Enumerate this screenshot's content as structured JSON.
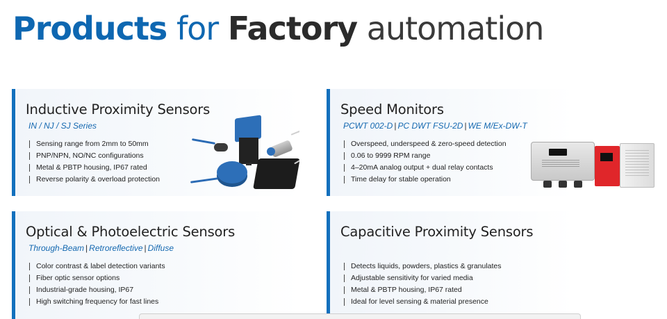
{
  "header": {
    "w1": "Products",
    "w2": "for",
    "w3": "Factory",
    "w4": "automation"
  },
  "cards": [
    {
      "title": "Inductive Proximity Sensors",
      "series": [
        "IN / NJ / SJ Series"
      ],
      "features": [
        "Sensing range from 2mm to 50mm",
        "PNP/NPN, NO/NC configurations",
        "Metal & PBTP housing, IP67 rated",
        "Reverse polarity & overload protection"
      ]
    },
    {
      "title": "Speed Monitors",
      "series": [
        "PCWT 002-D",
        "PC DWT FSU-2D",
        "WE M/Ex-DW-T"
      ],
      "features": [
        "Overspeed, underspeed & zero-speed detection",
        "0.06 to 9999 RPM range",
        "4–20mA analog output + dual relay contacts",
        "Time delay for stable operation"
      ]
    },
    {
      "title": "Optical & Photoelectric Sensors",
      "series": [
        "Through-Beam",
        "Retroreflective",
        "Diffuse"
      ],
      "features": [
        "Color contrast & label detection variants",
        "Fiber optic sensor options",
        "Industrial-grade housing, IP67",
        "High switching frequency for fast lines"
      ]
    },
    {
      "title": "Capacitive Proximity Sensors",
      "series": [],
      "features": [
        "Detects liquids, powders, plastics & granulates",
        "Adjustable sensitivity for varied media",
        "Metal & PBTP housing, IP67 rated",
        "Ideal for level sensing & material presence"
      ]
    }
  ],
  "colors": {
    "brand_blue": "#0e67b1",
    "accent_border": "#1370bd",
    "sensor_blue": "#2d6fb8",
    "relay_red": "#e0262a"
  }
}
